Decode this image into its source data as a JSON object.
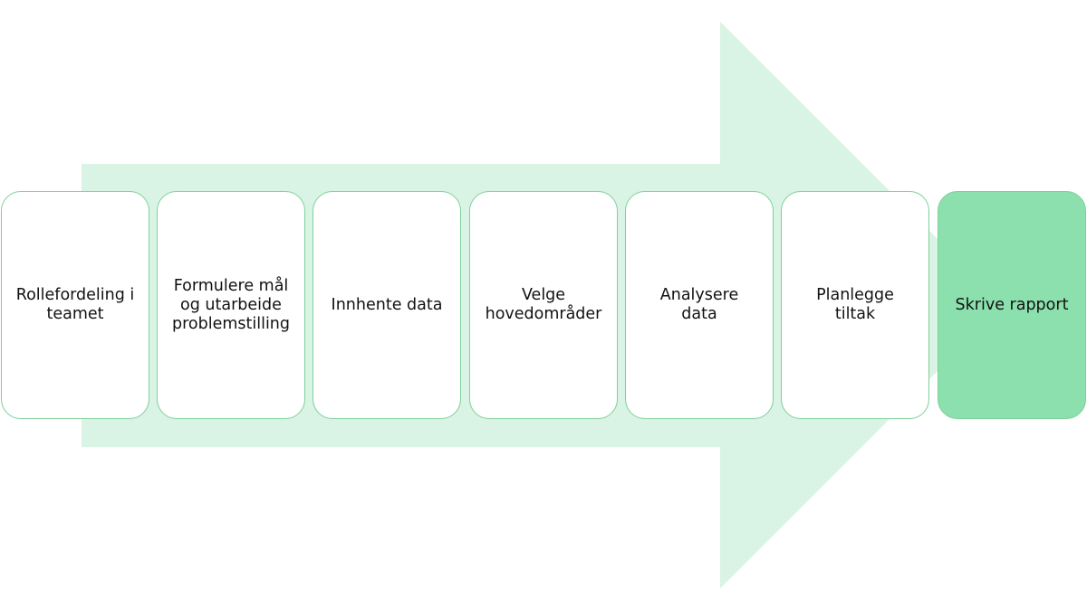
{
  "diagram": {
    "colors": {
      "arrow_fill": "#d9f4e4",
      "box_border": "#7fcf9a",
      "box_fill": "#ffffff",
      "final_box_fill": "#8be0ad",
      "text": "#111111"
    },
    "steps": [
      {
        "label": "Rollefordeling i\nteamet"
      },
      {
        "label": "Formulere mål\nog utarbeide\nproblemstilling"
      },
      {
        "label": "Innhente data"
      },
      {
        "label": "Velge\nhovedområder"
      },
      {
        "label": "Analysere\ndata"
      },
      {
        "label": "Planlegge\ntiltak"
      },
      {
        "label": "Skrive rapport"
      }
    ]
  }
}
